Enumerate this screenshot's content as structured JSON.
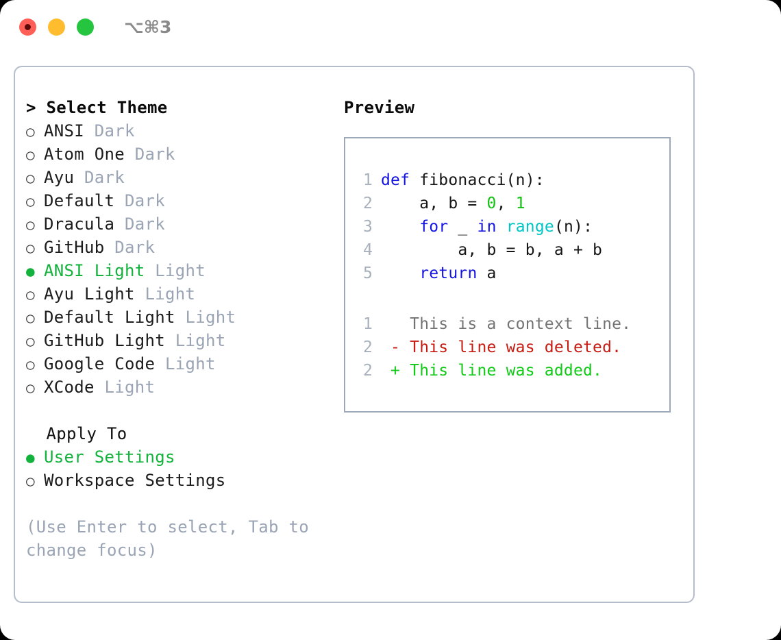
{
  "titlebar": {
    "shortcut": "⌥⌘3",
    "buttons": [
      "close",
      "minimize",
      "zoom"
    ]
  },
  "theme_section": {
    "marker": "> ",
    "heading": "Select Theme",
    "items": [
      {
        "bullet": "○",
        "label": "ANSI",
        "variant": "Dark",
        "selected": false
      },
      {
        "bullet": "○",
        "label": "Atom One",
        "variant": "Dark",
        "selected": false
      },
      {
        "bullet": "○",
        "label": "Ayu",
        "variant": "Dark",
        "selected": false
      },
      {
        "bullet": "○",
        "label": "Default",
        "variant": "Dark",
        "selected": false
      },
      {
        "bullet": "○",
        "label": "Dracula",
        "variant": "Dark",
        "selected": false
      },
      {
        "bullet": "○",
        "label": "GitHub",
        "variant": "Dark",
        "selected": false
      },
      {
        "bullet": "●",
        "label": "ANSI Light",
        "variant": "Light",
        "selected": true
      },
      {
        "bullet": "○",
        "label": "Ayu Light",
        "variant": "Light",
        "selected": false
      },
      {
        "bullet": "○",
        "label": "Default Light",
        "variant": "Light",
        "selected": false
      },
      {
        "bullet": "○",
        "label": "GitHub Light",
        "variant": "Light",
        "selected": false
      },
      {
        "bullet": "○",
        "label": "Google Code",
        "variant": "Light",
        "selected": false
      },
      {
        "bullet": "○",
        "label": "XCode",
        "variant": "Light",
        "selected": false
      }
    ]
  },
  "apply_section": {
    "heading": "Apply To",
    "items": [
      {
        "bullet": "●",
        "label": "User Settings",
        "selected": true
      },
      {
        "bullet": "○",
        "label": "Workspace Settings",
        "selected": false
      }
    ]
  },
  "hint": "(Use Enter to select, Tab to change focus)",
  "preview": {
    "title": "Preview",
    "code": [
      {
        "n": "1",
        "tokens": [
          {
            "t": "def",
            "c": "kw"
          },
          {
            "t": " fibonacci(n):",
            "c": ""
          }
        ]
      },
      {
        "n": "2",
        "tokens": [
          {
            "t": "    a, b = ",
            "c": ""
          },
          {
            "t": "0",
            "c": "num"
          },
          {
            "t": ", ",
            "c": ""
          },
          {
            "t": "1",
            "c": "num"
          }
        ]
      },
      {
        "n": "3",
        "tokens": [
          {
            "t": "    ",
            "c": ""
          },
          {
            "t": "for",
            "c": "kw"
          },
          {
            "t": " _ ",
            "c": ""
          },
          {
            "t": "in",
            "c": "kw"
          },
          {
            "t": " ",
            "c": ""
          },
          {
            "t": "range",
            "c": "fn"
          },
          {
            "t": "(n):",
            "c": ""
          }
        ]
      },
      {
        "n": "4",
        "tokens": [
          {
            "t": "        a, b = b, a + b",
            "c": ""
          }
        ]
      },
      {
        "n": "5",
        "tokens": [
          {
            "t": "    ",
            "c": ""
          },
          {
            "t": "return",
            "c": "kw"
          },
          {
            "t": " a",
            "c": ""
          }
        ]
      }
    ],
    "diff": [
      {
        "n": "1",
        "sign": "  ",
        "text": "This is a context line.",
        "kind": "diff-ctx"
      },
      {
        "n": "2",
        "sign": "- ",
        "text": "This line was deleted.",
        "kind": "diff-del"
      },
      {
        "n": "2",
        "sign": "+ ",
        "text": "This line was added.",
        "kind": "diff-add"
      }
    ]
  },
  "colors": {
    "accent_green": "#13b23c",
    "muted": "#9aa4b4",
    "keyword_blue": "#1414e0",
    "number_green": "#12c212",
    "builtin_cyan": "#00c5c5",
    "diff_delete_red": "#c61b11",
    "diff_add_green": "#10ca16",
    "panel_border": "#b4bdc9",
    "preview_border": "#9ca7b7",
    "traffic_red": "#ff5f56",
    "traffic_yellow": "#febc2e",
    "traffic_green": "#25c53f"
  }
}
